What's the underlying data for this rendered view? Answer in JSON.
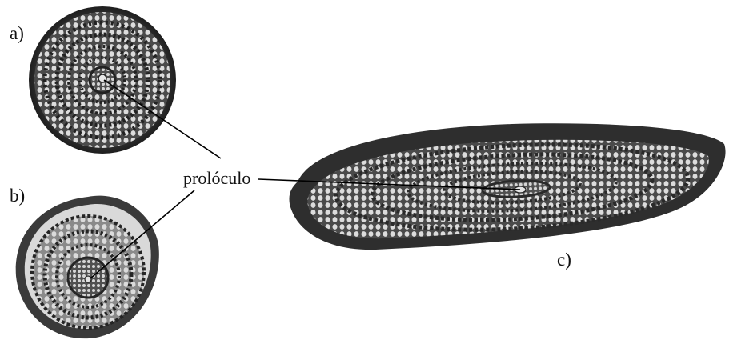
{
  "labels": {
    "a": "a)",
    "b": "b)",
    "c": "c)",
    "proloculo": "prolóculo"
  },
  "colors": {
    "background": "#ffffff",
    "test_wall": "#2a2a2a",
    "chamber_fill": "#d8d8d8",
    "leader_line": "#000000"
  }
}
